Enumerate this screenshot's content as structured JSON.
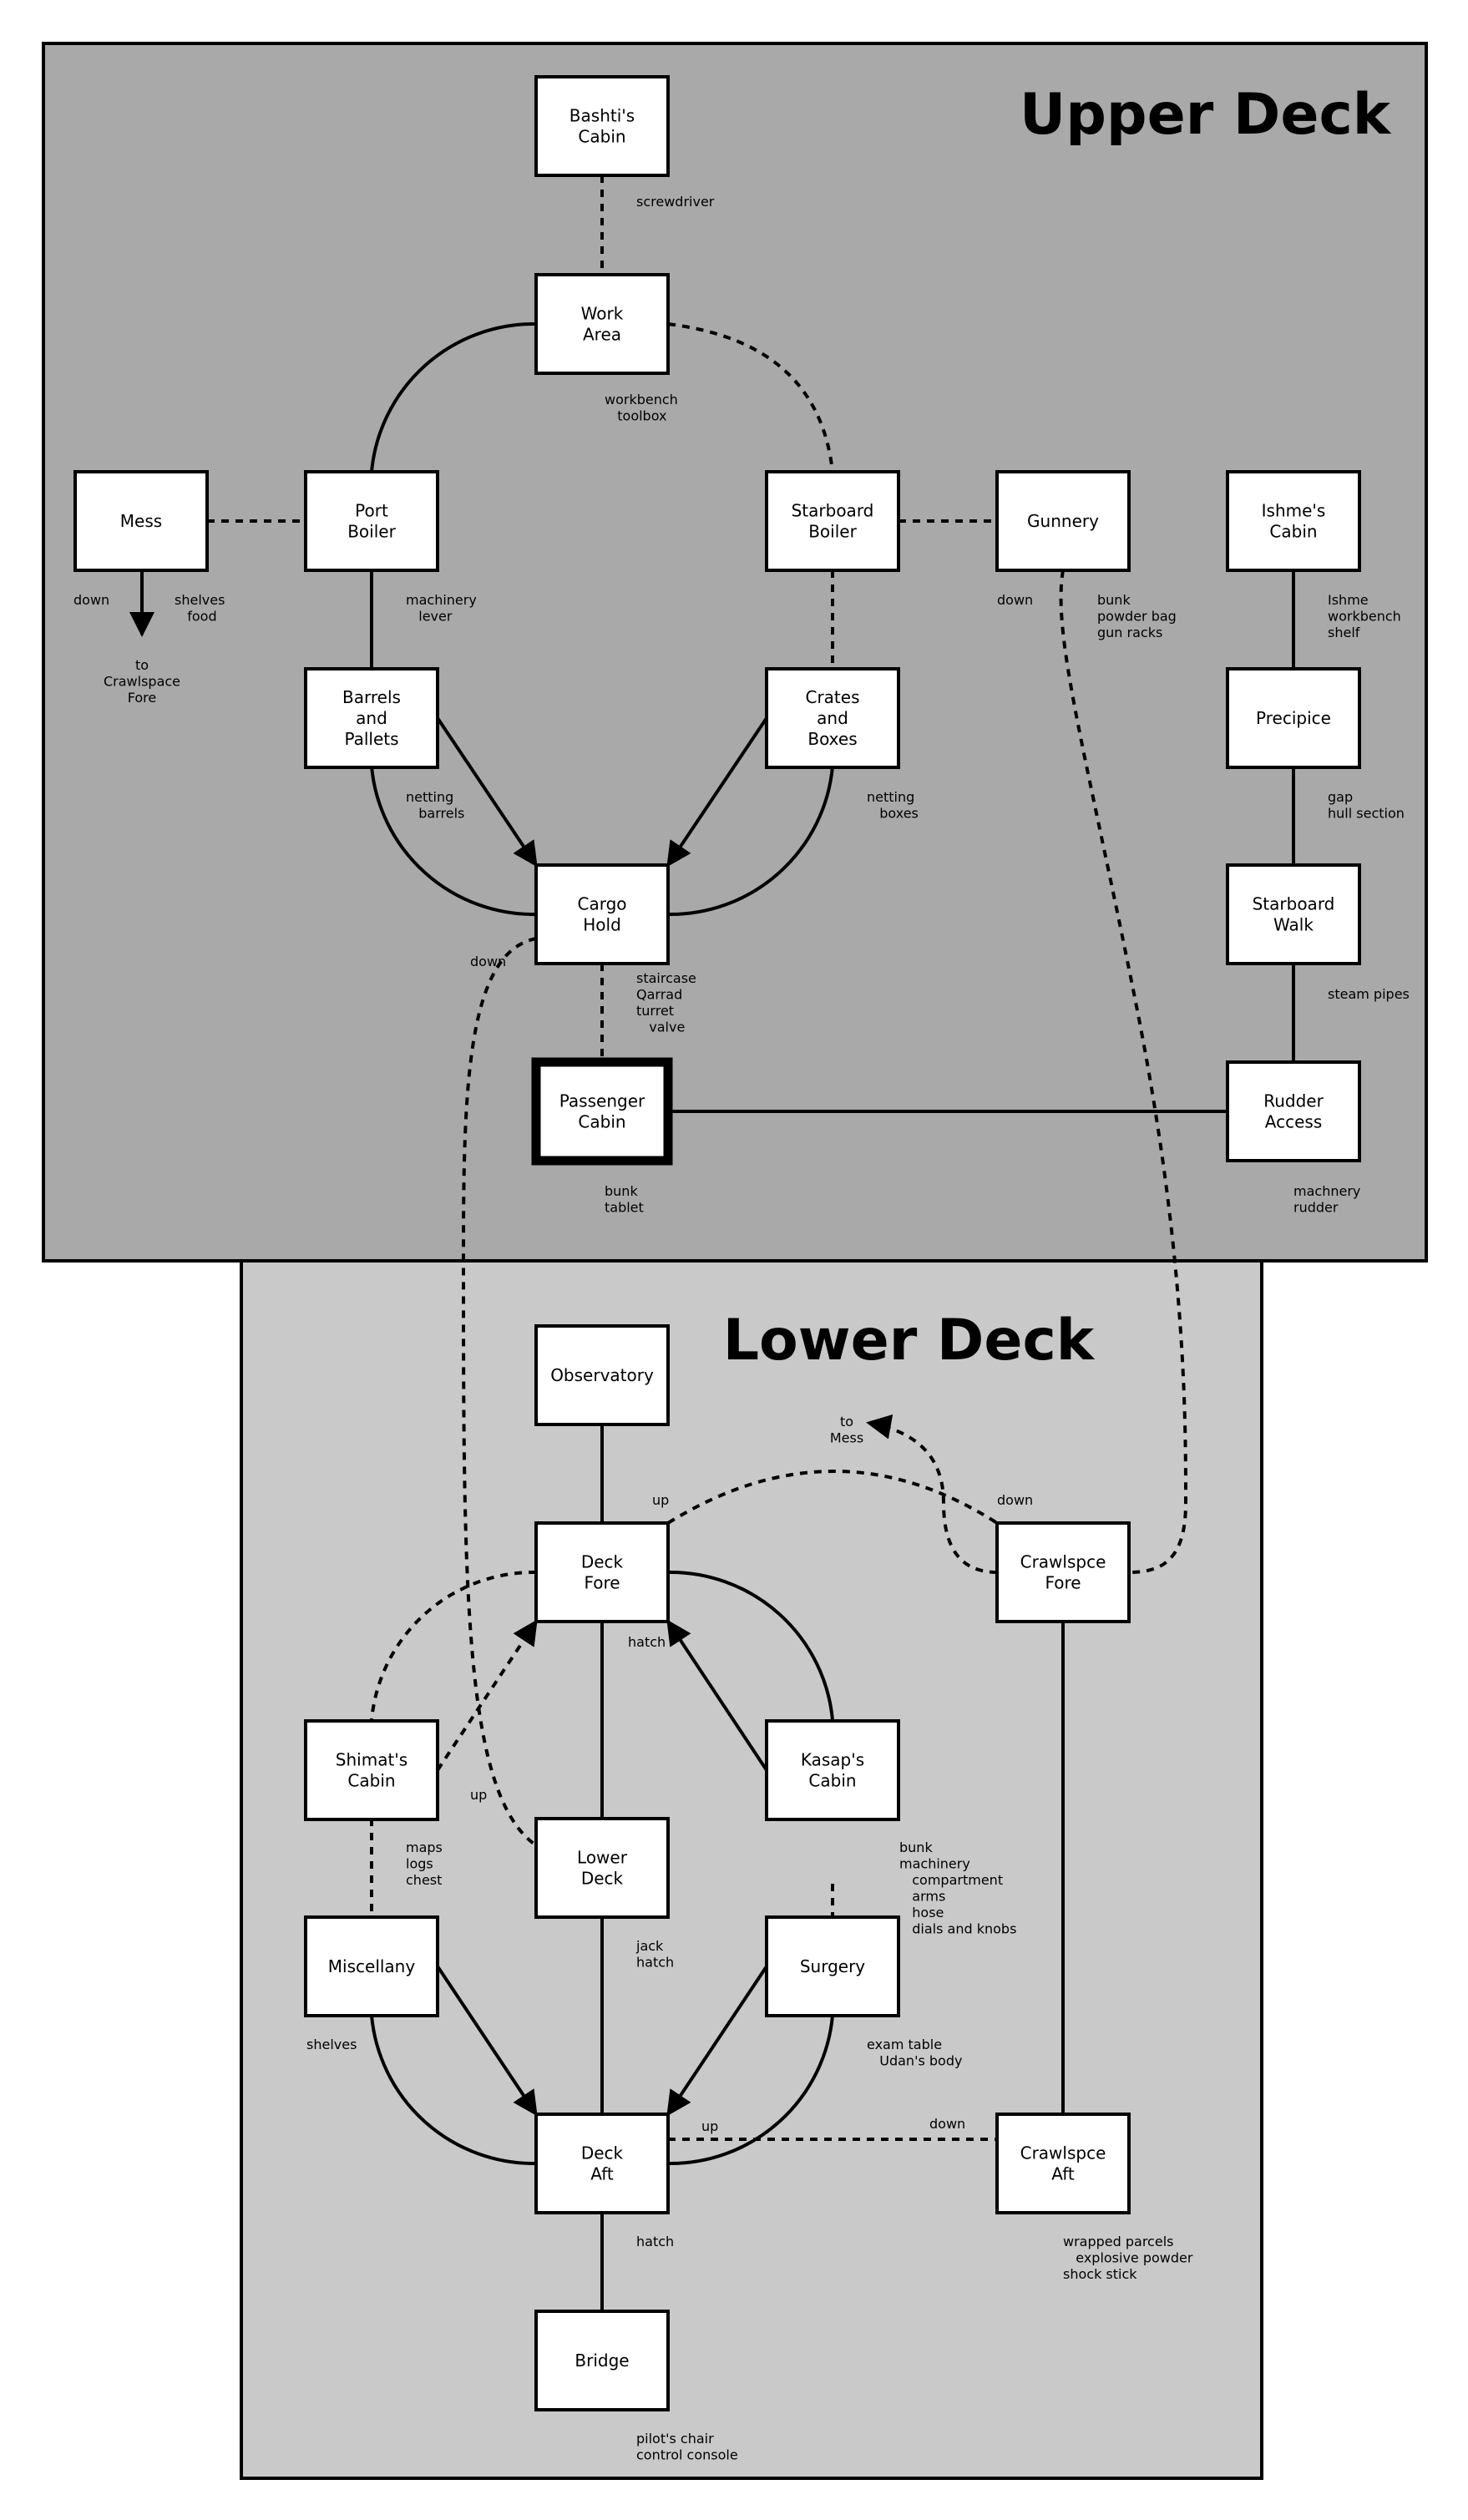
{
  "decks": {
    "upper": {
      "title": "Upper Deck",
      "color": "#a9a9a9"
    },
    "lower": {
      "title": "Lower Deck",
      "color": "#c9c9c9"
    }
  },
  "rooms": {
    "bashti": [
      "Bashti's",
      "Cabin"
    ],
    "work": [
      "Work",
      "Area"
    ],
    "mess": [
      "Mess"
    ],
    "port_boiler": [
      "Port",
      "Boiler"
    ],
    "starboard_boiler": [
      "Starboard",
      "Boiler"
    ],
    "gunnery": [
      "Gunnery"
    ],
    "ishme": [
      "Ishme's",
      "Cabin"
    ],
    "barrels": [
      "Barrels",
      "and",
      "Pallets"
    ],
    "crates": [
      "Crates",
      "and",
      "Boxes"
    ],
    "precipice": [
      "Precipice"
    ],
    "cargo": [
      "Cargo",
      "Hold"
    ],
    "starboard_walk": [
      "Starboard",
      "Walk"
    ],
    "passenger": [
      "Passenger",
      "Cabin"
    ],
    "rudder": [
      "Rudder",
      "Access"
    ],
    "observatory": [
      "Observatory"
    ],
    "deck_fore": [
      "Deck",
      "Fore"
    ],
    "crawl_fore": [
      "Crawlspce",
      "Fore"
    ],
    "shimat": [
      "Shimat's",
      "Cabin"
    ],
    "kasap": [
      "Kasap's",
      "Cabin"
    ],
    "lower_deck": [
      "Lower",
      "Deck"
    ],
    "misc": [
      "Miscellany"
    ],
    "surgery": [
      "Surgery"
    ],
    "deck_aft": [
      "Deck",
      "Aft"
    ],
    "crawl_aft": [
      "Crawlspce",
      "Aft"
    ],
    "bridge": [
      "Bridge"
    ]
  },
  "notes": {
    "bashti": [
      "screwdriver"
    ],
    "work": [
      "workbench",
      "   toolbox"
    ],
    "mess_down": [
      "down"
    ],
    "mess": [
      "shelves",
      "   food"
    ],
    "mess_to": [
      "to",
      "Crawlspace",
      "Fore"
    ],
    "port_boiler": [
      "machinery",
      "   lever"
    ],
    "gunnery_down": [
      "down"
    ],
    "gunnery": [
      "bunk",
      "powder bag",
      "gun racks"
    ],
    "ishme": [
      "Ishme",
      "workbench",
      "shelf"
    ],
    "barrels": [
      "netting",
      "   barrels"
    ],
    "crates": [
      "netting",
      "   boxes"
    ],
    "precipice": [
      "gap",
      "hull section"
    ],
    "cargo_down": [
      "down"
    ],
    "cargo": [
      "staircase",
      "Qarrad",
      "turret",
      "   valve"
    ],
    "starboard_walk": [
      "steam pipes"
    ],
    "passenger": [
      "bunk",
      "tablet"
    ],
    "rudder": [
      "machnery",
      "rudder"
    ],
    "to_mess": [
      "to",
      "Mess"
    ],
    "deck_fore_up": [
      "up"
    ],
    "crawl_fore_down": [
      "down"
    ],
    "deck_fore_hatch": [
      "hatch"
    ],
    "shimat_up": [
      "up"
    ],
    "shimat": [
      "maps",
      "logs",
      "chest"
    ],
    "kasap": [
      "bunk",
      "machinery",
      "   compartment",
      "   arms",
      "   hose",
      "   dials and knobs"
    ],
    "lower_deck": [
      "jack",
      "hatch"
    ],
    "misc": [
      "shelves"
    ],
    "surgery": [
      "exam table",
      "   Udan's body"
    ],
    "deck_aft_up": [
      "up"
    ],
    "crawl_aft_down": [
      "down"
    ],
    "deck_aft_hatch": [
      "hatch"
    ],
    "crawl_aft": [
      "wrapped parcels",
      "   explosive powder",
      "shock stick"
    ],
    "bridge": [
      "pilot's chair",
      "control console"
    ]
  }
}
